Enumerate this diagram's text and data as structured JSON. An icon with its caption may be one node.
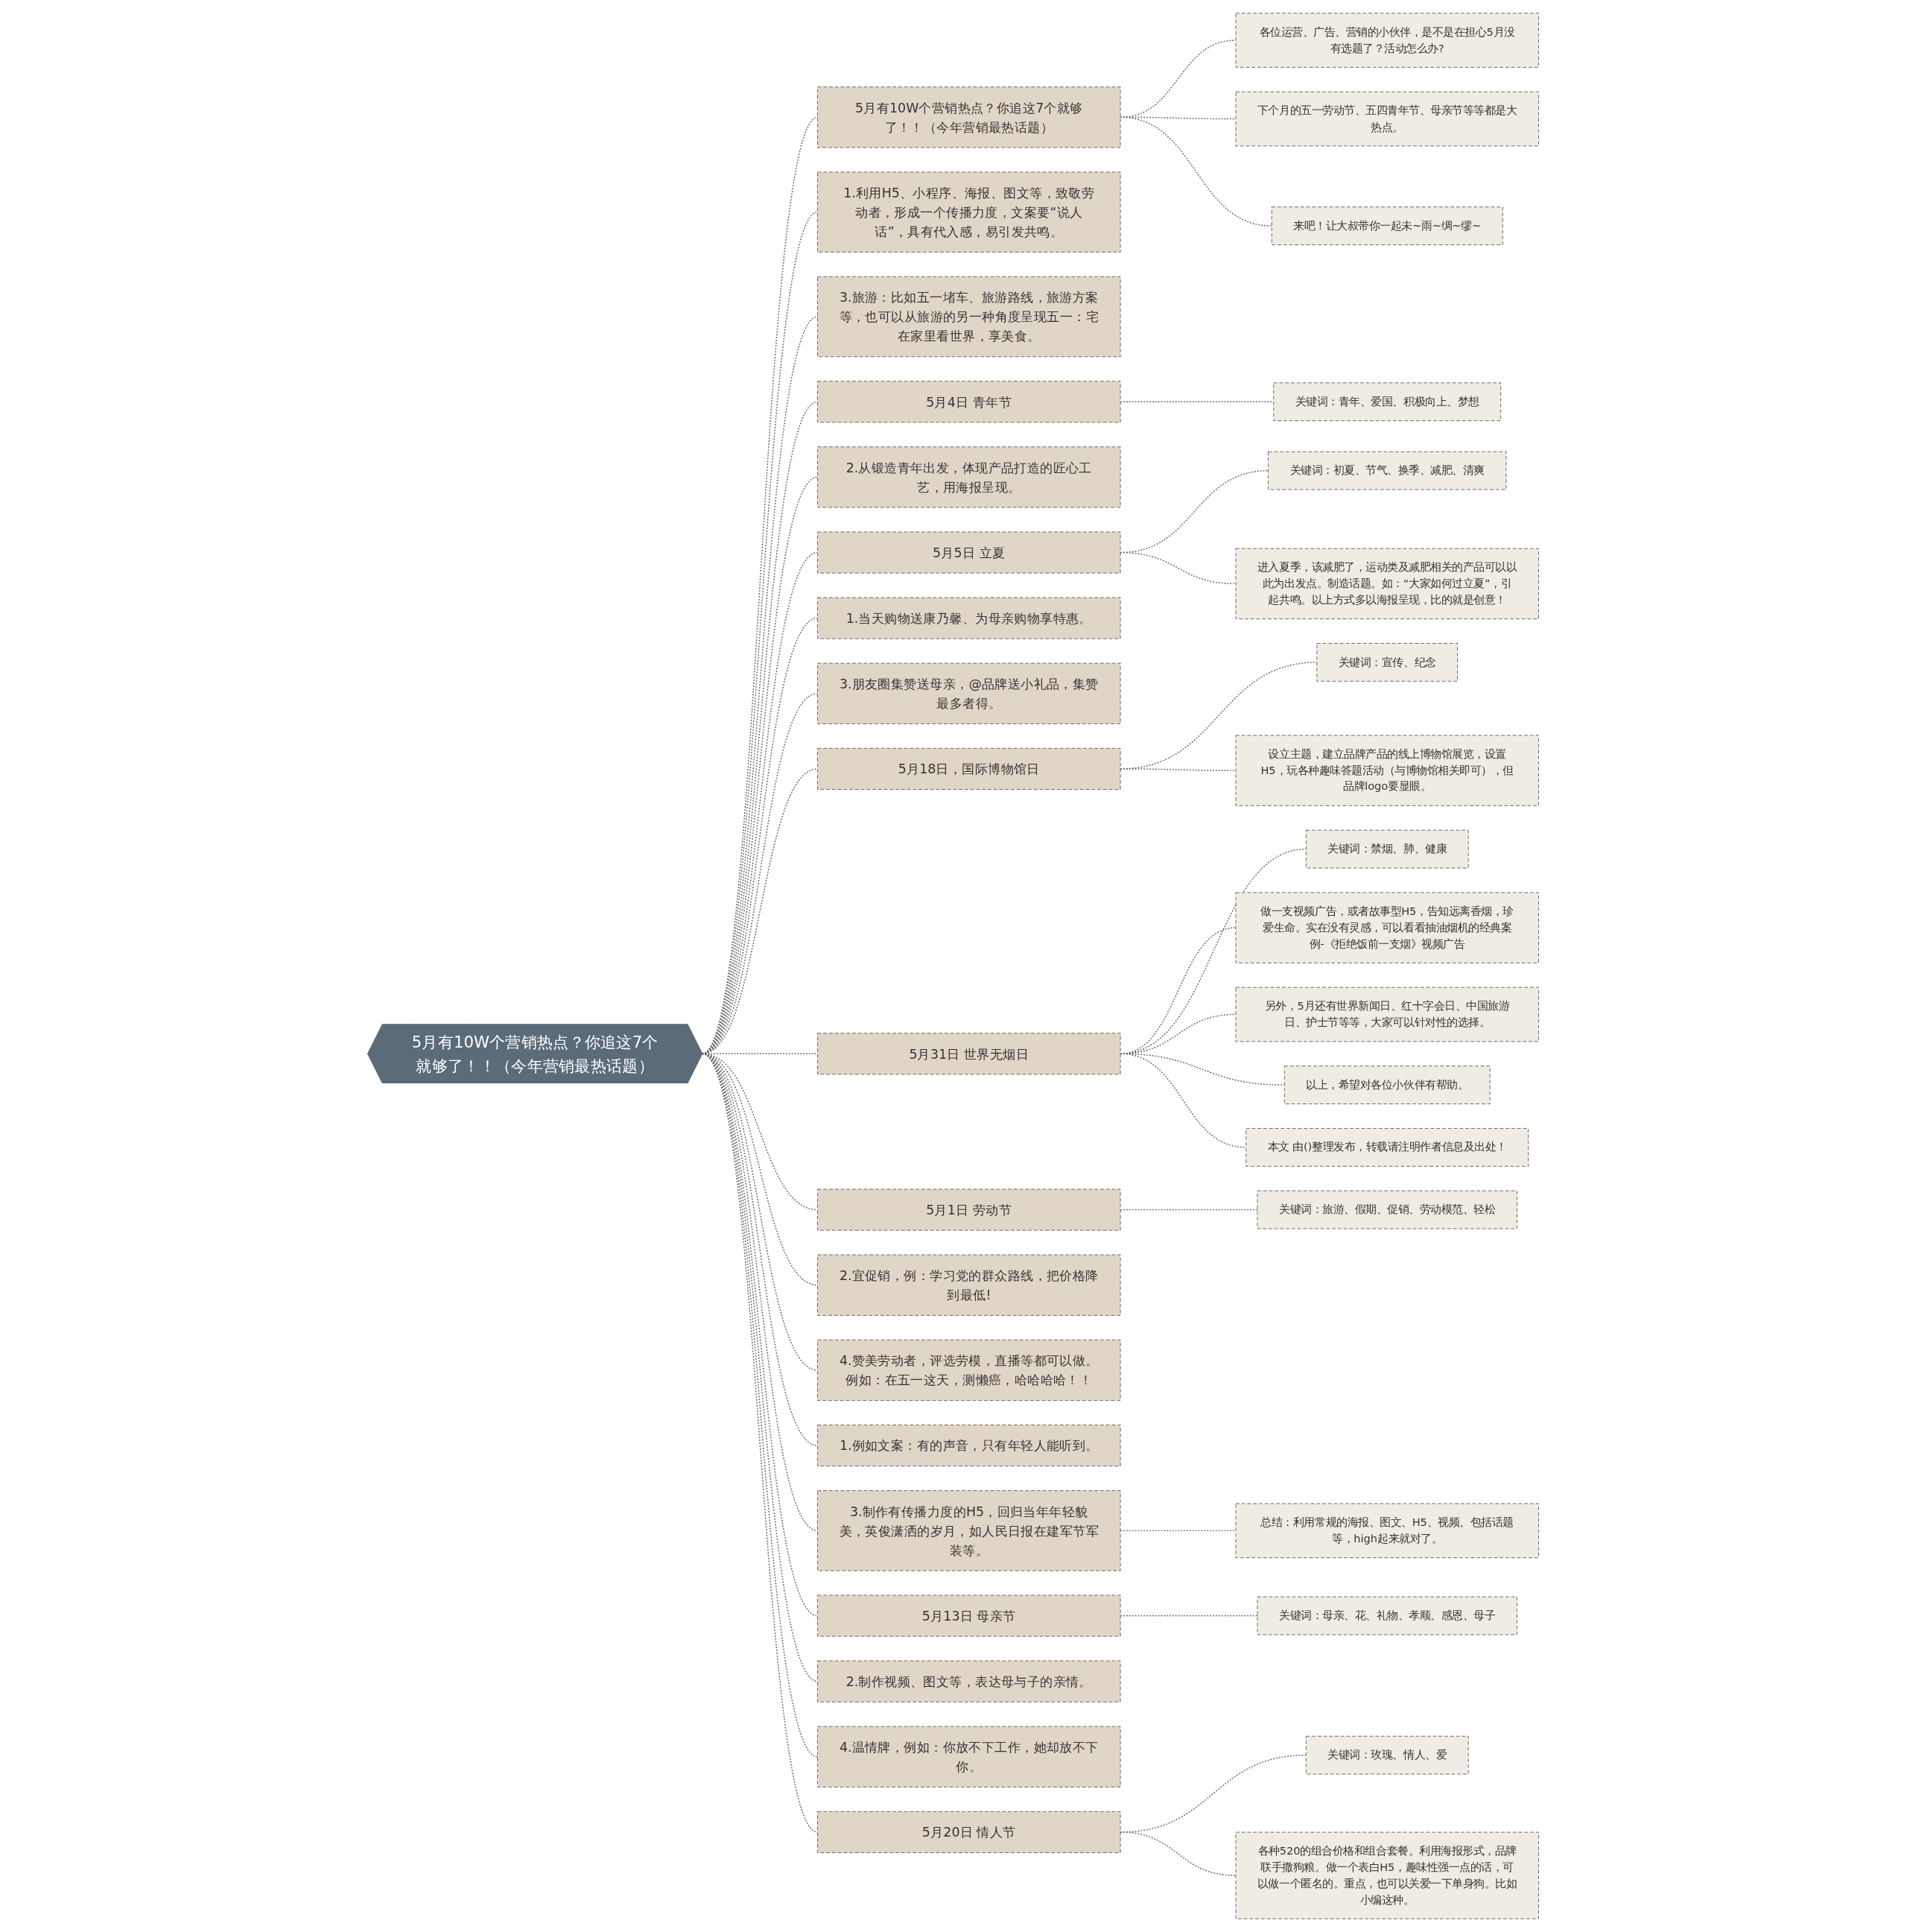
{
  "diagram": {
    "nodes": [
      {
        "text": [
          "5月有10W个营销热点？你追这7个就够了！！（今年营销最热话题）"
        ]
      },
      {
        "text": [
          "5月有10W个营销热点？你追这7个就够了！！（今年营销最热话题）"
        ]
      },
      {
        "text": [
          "各位运营、广告、营销的小伙伴，是不是在担心5月没有选题了？活动怎么办?"
        ]
      },
      {
        "text": [
          "下个月的五一劳动节、五四青年节、母亲节等等都是大热点。"
        ]
      },
      {
        "text": [
          "来吧！让大叔带你一起未~雨~绸~缪~"
        ]
      },
      {
        "text": [
          "1.利用H5、小程序、海报、图文等，致敬劳动者，形成一个传播力度，文案要“说人话”，具有代入感，易引发共鸣。"
        ]
      },
      {
        "text": [
          "3.旅游：比如五一堵车、旅游路线，旅游方案等，也可以从旅游的另一种角度呈现五一：宅在家里看世界，享美食。"
        ]
      },
      {
        "text": [
          "5月4日 青年节"
        ]
      },
      {
        "text": [
          "关键词：青年、爱国、积极向上、梦想"
        ]
      },
      {
        "text": [
          "2.从锻造青年出发，体现产品打造的匠心工艺，用海报呈现。"
        ]
      },
      {
        "text": [
          "5月5日 立夏"
        ]
      },
      {
        "text": [
          "关键词：初夏、节气、换季、减肥、清爽"
        ]
      },
      {
        "text": [
          "进入夏季，该减肥了，运动类及减肥相关的产品可以以此为出发点。制造话题。如：“大家如何过立夏”，引起共鸣。以上方式多以海报呈现，比的就是创意！"
        ]
      },
      {
        "text": [
          "1.当天购物送康乃馨、为母亲购物享特惠。"
        ]
      },
      {
        "text": [
          "3.朋友圈集赞送母亲，@品牌送小礼品，集赞最多者得。"
        ]
      },
      {
        "text": [
          "5月18日，国际博物馆日"
        ]
      },
      {
        "text": [
          "关键词：宣传、纪念"
        ]
      },
      {
        "text": [
          "设立主题，建立品牌产品的线上博物馆展览，设置H5，玩各种趣味答题活动（与博物馆相关即可），但品牌logo要显眼。"
        ]
      },
      {
        "text": [
          "5月31日 世界无烟日"
        ]
      },
      {
        "text": [
          "关键词：禁烟、肺、健康"
        ]
      },
      {
        "text": [
          "做一支视频广告，或者故事型H5，告知远离香烟，珍爱生命。实在没有灵感，可以看看抽油烟机的经典案例-《拒绝饭前一支烟》视频广告"
        ]
      },
      {
        "text": [
          "另外，5月还有世界新闻日、红十字会日、中国旅游日、护士节等等，大家可以针对性的选择。"
        ]
      },
      {
        "text": [
          "以上，希望对各位小伙伴有帮助。"
        ]
      },
      {
        "text": [
          "本文 由()整理发布，转载请注明作者信息及出处！"
        ]
      },
      {
        "text": [
          "5月1日 劳动节"
        ]
      },
      {
        "text": [
          "关键词：旅游、假期、促销、劳动模范、轻松"
        ]
      },
      {
        "text": [
          "2.宜促销，例：学习党的群众路线，把价格降到最低!"
        ]
      },
      {
        "text": [
          "4.赞美劳动者，评选劳模，直播等都可以做。例如：在五一这天，测懒癌，哈哈哈哈！！"
        ]
      },
      {
        "text": [
          "1.例如文案：有的声音，只有年轻人能听到。"
        ]
      },
      {
        "text": [
          "3.制作有传播力度的H5，回归当年年轻貌美，英俊潇洒的岁月，如人民日报在建军节军装等。"
        ]
      },
      {
        "text": [
          "总结：利用常规的海报、图文、H5、视频、包括话题等，high起来就对了。"
        ]
      },
      {
        "text": [
          "5月13日 母亲节"
        ]
      },
      {
        "text": [
          "关键词：母亲、花、礼物、孝顺、感恩、母子"
        ]
      },
      {
        "text": [
          "2.制作视频、图文等，表达母与子的亲情。"
        ]
      },
      {
        "text": [
          "4.温情牌，例如：你放不下工作，她却放不下你。"
        ]
      },
      {
        "text": [
          "5月20日 情人节"
        ]
      },
      {
        "text": [
          "关键词：玫瑰、情人、爱"
        ]
      },
      {
        "text": [
          "各种520的组合价格和组合套餐。利用海报形式，品牌联手撒狗粮。做一个表白H5，趣味性强一点的话，可以做一个匿名的。重点，也可以关爱一下单身狗。比如小编这种。"
        ]
      }
    ],
    "edges": [
      {
        "from": 0,
        "to": 1,
        "arrow": "none",
        "style": "dashed"
      },
      {
        "from": 1,
        "to": 2,
        "arrow": "none",
        "style": "dashed"
      },
      {
        "from": 1,
        "to": 3,
        "arrow": "none",
        "style": "dashed"
      },
      {
        "from": 1,
        "to": 4,
        "arrow": "none",
        "style": "dashed"
      },
      {
        "from": 0,
        "to": 5,
        "arrow": "none",
        "style": "dashed"
      },
      {
        "from": 0,
        "to": 6,
        "arrow": "none",
        "style": "dashed"
      },
      {
        "from": 0,
        "to": 7,
        "arrow": "none",
        "style": "dashed"
      },
      {
        "from": 7,
        "to": 8,
        "arrow": "none",
        "style": "dashed"
      },
      {
        "from": 0,
        "to": 9,
        "arrow": "none",
        "style": "dashed"
      },
      {
        "from": 0,
        "to": 10,
        "arrow": "none",
        "style": "dashed"
      },
      {
        "from": 10,
        "to": 11,
        "arrow": "none",
        "style": "dashed"
      },
      {
        "from": 10,
        "to": 12,
        "arrow": "none",
        "style": "dashed"
      },
      {
        "from": 0,
        "to": 13,
        "arrow": "none",
        "style": "dashed"
      },
      {
        "from": 0,
        "to": 14,
        "arrow": "none",
        "style": "dashed"
      },
      {
        "from": 0,
        "to": 15,
        "arrow": "none",
        "style": "dashed"
      },
      {
        "from": 15,
        "to": 16,
        "arrow": "none",
        "style": "dashed"
      },
      {
        "from": 15,
        "to": 17,
        "arrow": "none",
        "style": "dashed"
      },
      {
        "from": 0,
        "to": 18,
        "arrow": "none",
        "style": "dashed"
      },
      {
        "from": 18,
        "to": 19,
        "arrow": "none",
        "style": "dashed"
      },
      {
        "from": 18,
        "to": 20,
        "arrow": "none",
        "style": "dashed"
      },
      {
        "from": 18,
        "to": 21,
        "arrow": "none",
        "style": "dashed"
      },
      {
        "from": 18,
        "to": 22,
        "arrow": "none",
        "style": "dashed"
      },
      {
        "from": 18,
        "to": 23,
        "arrow": "none",
        "style": "dashed"
      },
      {
        "from": 0,
        "to": 24,
        "arrow": "none",
        "style": "dashed"
      },
      {
        "from": 24,
        "to": 25,
        "arrow": "none",
        "style": "dashed"
      },
      {
        "from": 0,
        "to": 26,
        "arrow": "none",
        "style": "dashed"
      },
      {
        "from": 0,
        "to": 27,
        "arrow": "none",
        "style": "dashed"
      },
      {
        "from": 0,
        "to": 28,
        "arrow": "none",
        "style": "dashed"
      },
      {
        "from": 0,
        "to": 29,
        "arrow": "none",
        "style": "dashed"
      },
      {
        "from": 29,
        "to": 30,
        "arrow": "none",
        "style": "dashed"
      },
      {
        "from": 0,
        "to": 31,
        "arrow": "none",
        "style": "dashed"
      },
      {
        "from": 31,
        "to": 32,
        "arrow": "none",
        "style": "dashed"
      },
      {
        "from": 0,
        "to": 33,
        "arrow": "none",
        "style": "dashed"
      },
      {
        "from": 0,
        "to": 34,
        "arrow": "none",
        "style": "dashed"
      },
      {
        "from": 0,
        "to": 35,
        "arrow": "none",
        "style": "dashed"
      },
      {
        "from": 35,
        "to": 36,
        "arrow": "none",
        "style": "dashed"
      },
      {
        "from": 35,
        "to": 37,
        "arrow": "none",
        "style": "dashed"
      }
    ]
  }
}
